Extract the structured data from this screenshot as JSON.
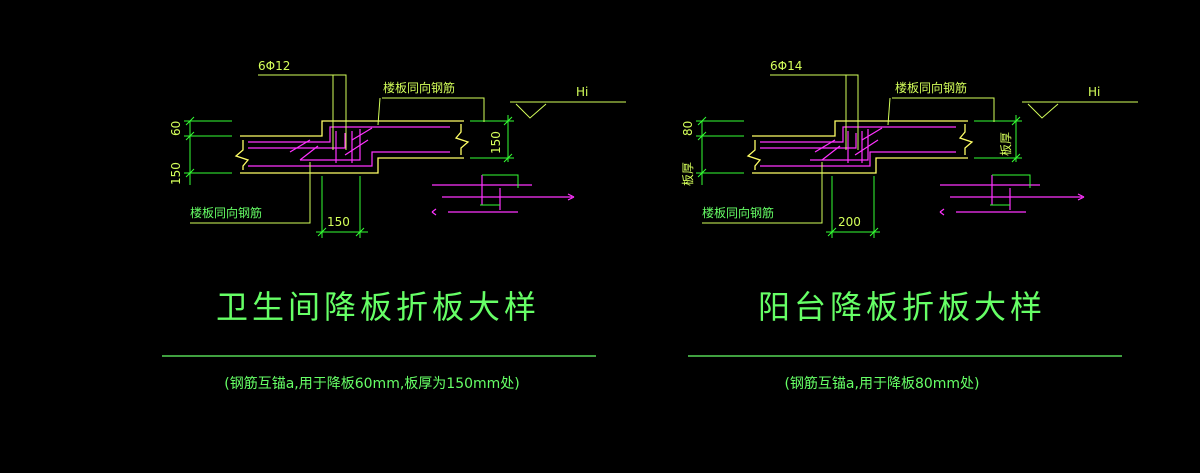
{
  "colors": {
    "background": "#000000",
    "slab": "#ffff66",
    "rebar": "#ff33ff",
    "dimension": "#33ff33",
    "leader": "#d4ff5a",
    "label": "#66ff66"
  },
  "left_detail": {
    "rebar_callout": "6Φ12",
    "slab_rebar_label_top": "楼板同向钢筋",
    "slab_rebar_label_bottom": "楼板同向钢筋",
    "level_mark": "Hi",
    "dim_60": "60",
    "dim_150_left": "150",
    "dim_150_right": "150",
    "dim_150_bottom": "150",
    "title": "卫生间降板折板大样",
    "note": "(钢筋互锚a,用于降板60mm,板厚为150mm处)"
  },
  "right_detail": {
    "rebar_callout": "6Φ14",
    "slab_rebar_label_top": "楼板同向钢筋",
    "slab_rebar_label_bottom": "楼板同向钢筋",
    "level_mark": "Hi",
    "dim_80": "80",
    "dim_thickness_left": "板厚",
    "dim_thickness_right": "板厚",
    "dim_200": "200",
    "title": "阳台降板折板大样",
    "note": "(钢筋互锚a,用于降板80mm处)"
  }
}
